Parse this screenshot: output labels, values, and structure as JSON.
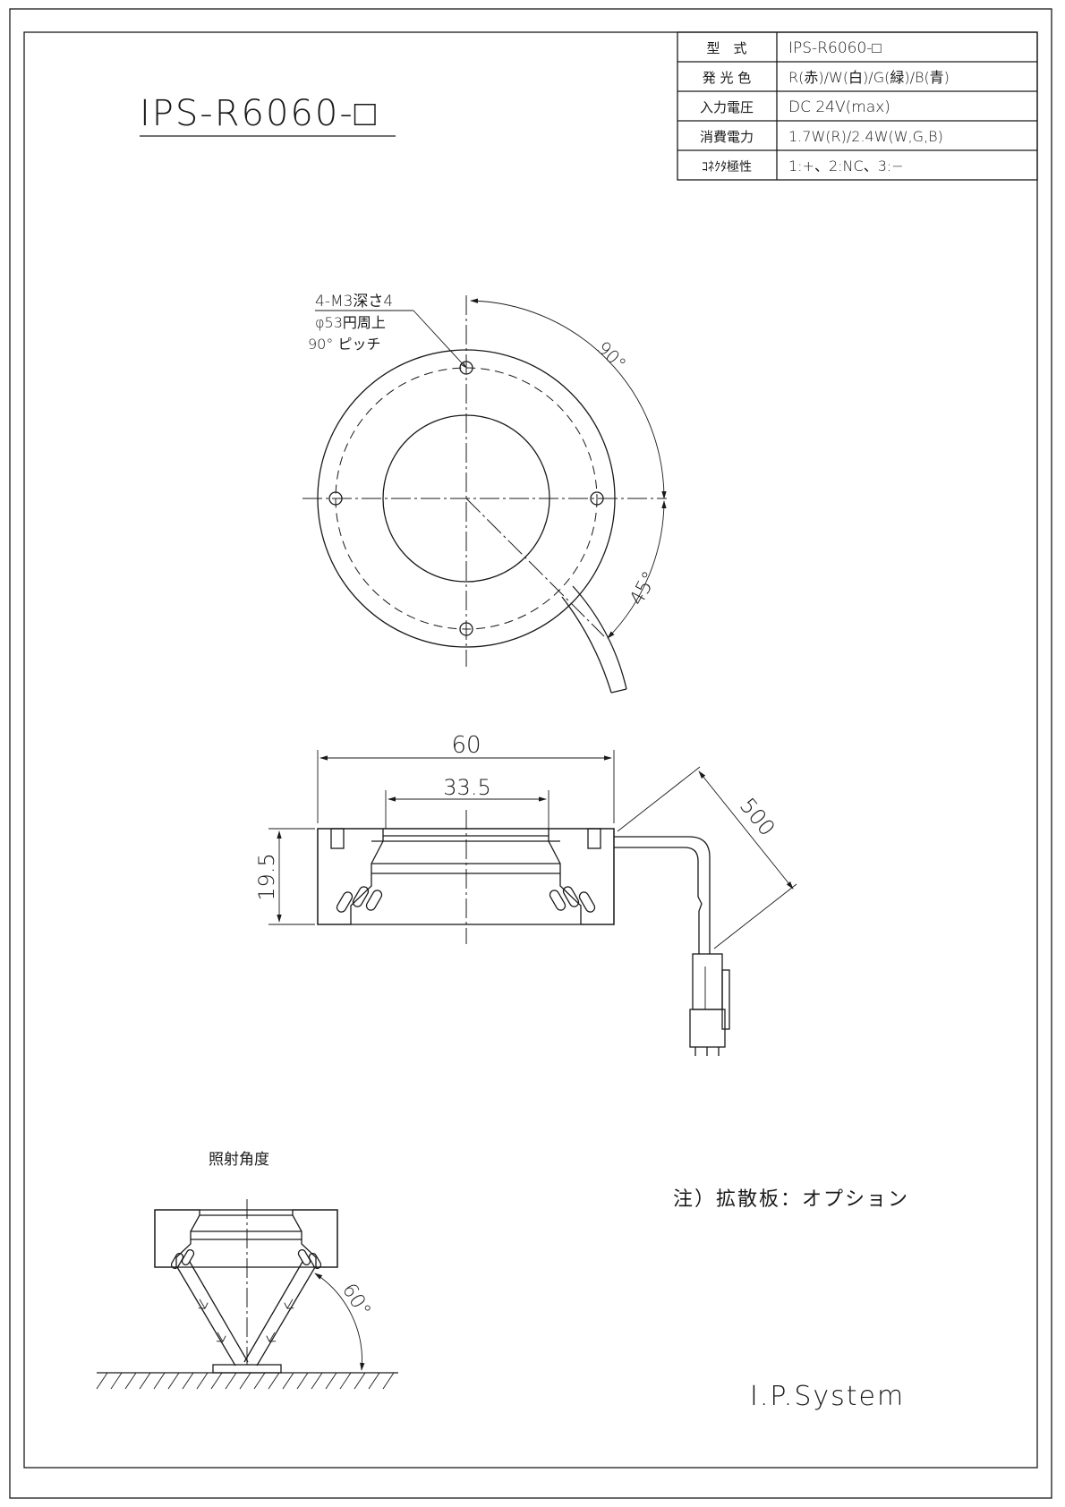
{
  "title": "IPS-R6060-□",
  "spec_table": [
    {
      "label": "型　式",
      "value": "IPS-R6060-□"
    },
    {
      "label": "発 光 色",
      "value": "R(赤)/W(白)/G(緑)/B(青)"
    },
    {
      "label": "入力電圧",
      "value": "DC 24V(max)"
    },
    {
      "label": "消費電力",
      "value": "1.7W(R)/2.4W(W,G,B)"
    },
    {
      "label": "ｺﾈｸﾀ極性",
      "value": "1:+、2:NC、3:−"
    }
  ],
  "top_view": {
    "hole_note_1": "4-M3深さ4",
    "hole_note_2": "φ53円周上",
    "hole_note_3": "90° ピッチ",
    "angle_90": "90°",
    "angle_45": "45°"
  },
  "side_view": {
    "dim_outer": "60",
    "dim_inner": "33.5",
    "dim_height": "19.5",
    "dim_cable": "500"
  },
  "illumination": {
    "label": "照射角度",
    "angle": "60°"
  },
  "note": "注）拡散板：オプション",
  "company": "I.P.System"
}
